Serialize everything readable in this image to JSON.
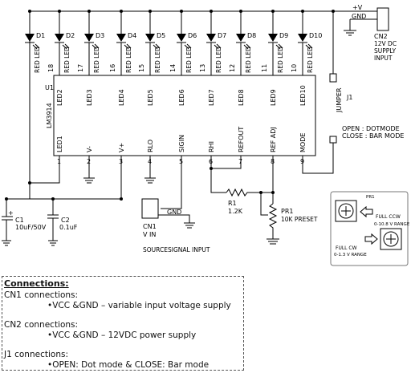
{
  "leds": [
    {
      "ref": "D1",
      "type": "RED LED"
    },
    {
      "ref": "D2",
      "type": "RED LED"
    },
    {
      "ref": "D3",
      "type": "RED LED"
    },
    {
      "ref": "D4",
      "type": "RED LED"
    },
    {
      "ref": "D5",
      "type": "RED LED"
    },
    {
      "ref": "D6",
      "type": "RED LED"
    },
    {
      "ref": "D7",
      "type": "RED LED"
    },
    {
      "ref": "D8",
      "type": "RED LED"
    },
    {
      "ref": "D9",
      "type": "RED LED"
    },
    {
      "ref": "D10",
      "type": "RED LED"
    }
  ],
  "ic": {
    "ref": "U1",
    "part": "LM3914",
    "top_pins": [
      {
        "num": "18",
        "name": "LED2"
      },
      {
        "num": "17",
        "name": "LED3"
      },
      {
        "num": "16",
        "name": "LED4"
      },
      {
        "num": "15",
        "name": "LED5"
      },
      {
        "num": "14",
        "name": "LED6"
      },
      {
        "num": "13",
        "name": "LED7"
      },
      {
        "num": "12",
        "name": "LED8"
      },
      {
        "num": "11",
        "name": "LED9"
      },
      {
        "num": "10",
        "name": "LED10"
      }
    ],
    "bottom_pins": [
      {
        "num": "1",
        "name": "LED1"
      },
      {
        "num": "2",
        "name": "V-"
      },
      {
        "num": "3",
        "name": "V+"
      },
      {
        "num": "4",
        "name": "RLO"
      },
      {
        "num": "5",
        "name": "SIGIN"
      },
      {
        "num": "6",
        "name": "RHI"
      },
      {
        "num": "7",
        "name": "REFOUT"
      },
      {
        "num": "8",
        "name": "REF ADJ"
      },
      {
        "num": "9",
        "name": "MODE"
      }
    ]
  },
  "cn2": {
    "ref": "CN2",
    "desc": "12V DC",
    "desc2": "SUPPLY",
    "desc3": "INPUT",
    "pin_v": "+V",
    "pin_gnd": "GND"
  },
  "jumper": {
    "ref": "J1",
    "label": "JUMPER"
  },
  "mode_note": {
    "line1": "OPEN : DOTMODE",
    "line2": "CLOSE : BAR MODE"
  },
  "c1": {
    "ref": "C1",
    "value": "10uF/50V",
    "polarity": "+"
  },
  "c2": {
    "ref": "C2",
    "value": "0.1uF"
  },
  "cn1": {
    "ref": "CN1",
    "desc": "V IN",
    "pin_gnd": "GND"
  },
  "source_label": "SOURCESIGNAL INPUT",
  "r1": {
    "ref": "R1",
    "value": "1.2K"
  },
  "pr1": {
    "ref": "PR1",
    "value": "10K PRESET"
  },
  "preset_inset": {
    "title": "PR1",
    "ccw": "FULL CCW",
    "ccw_range": "0-10.8 V RANGE",
    "cw": "FULL CW",
    "cw_range": "0-1.3 V RANGE"
  },
  "connections": {
    "title": "Connections:",
    "cn1_head": "CN1 connections:",
    "cn1_item": "•VCC &GND – variable input voltage supply",
    "cn2_head": "CN2 connections:",
    "cn2_item": "•VCC &GND – 12VDC power supply",
    "j1_head": "J1 connections:",
    "j1_item": "•OPEN: Dot mode & CLOSE: Bar mode"
  }
}
